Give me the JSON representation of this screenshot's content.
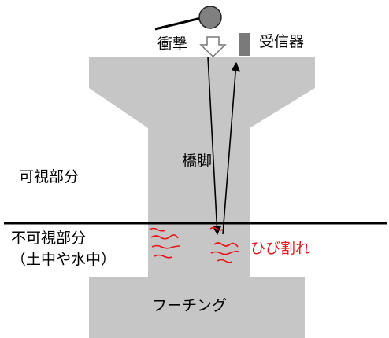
{
  "labels": {
    "impact": "衝撃",
    "receiver": "受信器",
    "pier": "橋脚",
    "visible_part": "可視部分",
    "invisible_part": "不可視部分",
    "invisible_note": "（土中や水中）",
    "crack": "ひび割れ",
    "footing": "フーチング"
  },
  "colors": {
    "structure": "#c6c6c6",
    "receiver": "#7a7a7a",
    "crack": "#e8141b",
    "ground_line": "#000000",
    "text": "#000000"
  },
  "icons": {
    "hammer": "hammer-icon",
    "impact_arrow": "down-arrow-icon"
  }
}
